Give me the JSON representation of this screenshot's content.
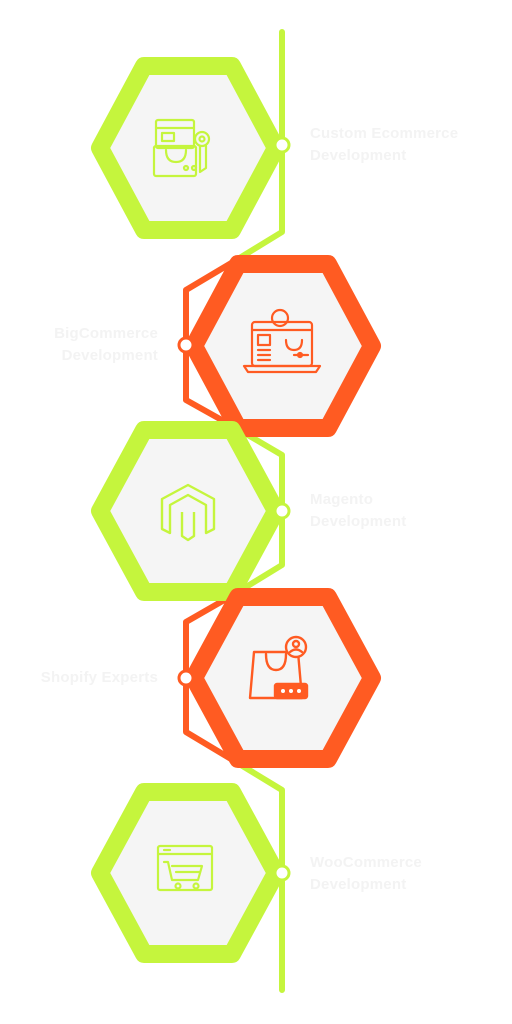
{
  "colors": {
    "green": "#c5f53d",
    "orange": "#ff5b22",
    "hex_fill": "#f5f5f5",
    "label_text": "#f3f3f3"
  },
  "steps": [
    {
      "label_lines": [
        "Custom Ecommerce",
        "Development"
      ],
      "color": "green",
      "icon": "online-store-gear-icon",
      "side": "right"
    },
    {
      "label_lines": [
        "BigCommerce",
        "Development"
      ],
      "color": "orange",
      "icon": "laptop-bigcommerce-icon",
      "side": "left"
    },
    {
      "label_lines": [
        "Magento",
        "Development"
      ],
      "color": "green",
      "icon": "magento-logo-icon",
      "side": "right"
    },
    {
      "label_lines": [
        "Shopify Experts"
      ],
      "color": "orange",
      "icon": "shopify-bag-rating-icon",
      "side": "left"
    },
    {
      "label_lines": [
        "WooCommerce",
        "Development"
      ],
      "color": "green",
      "icon": "woocommerce-cart-icon",
      "side": "right"
    }
  ]
}
